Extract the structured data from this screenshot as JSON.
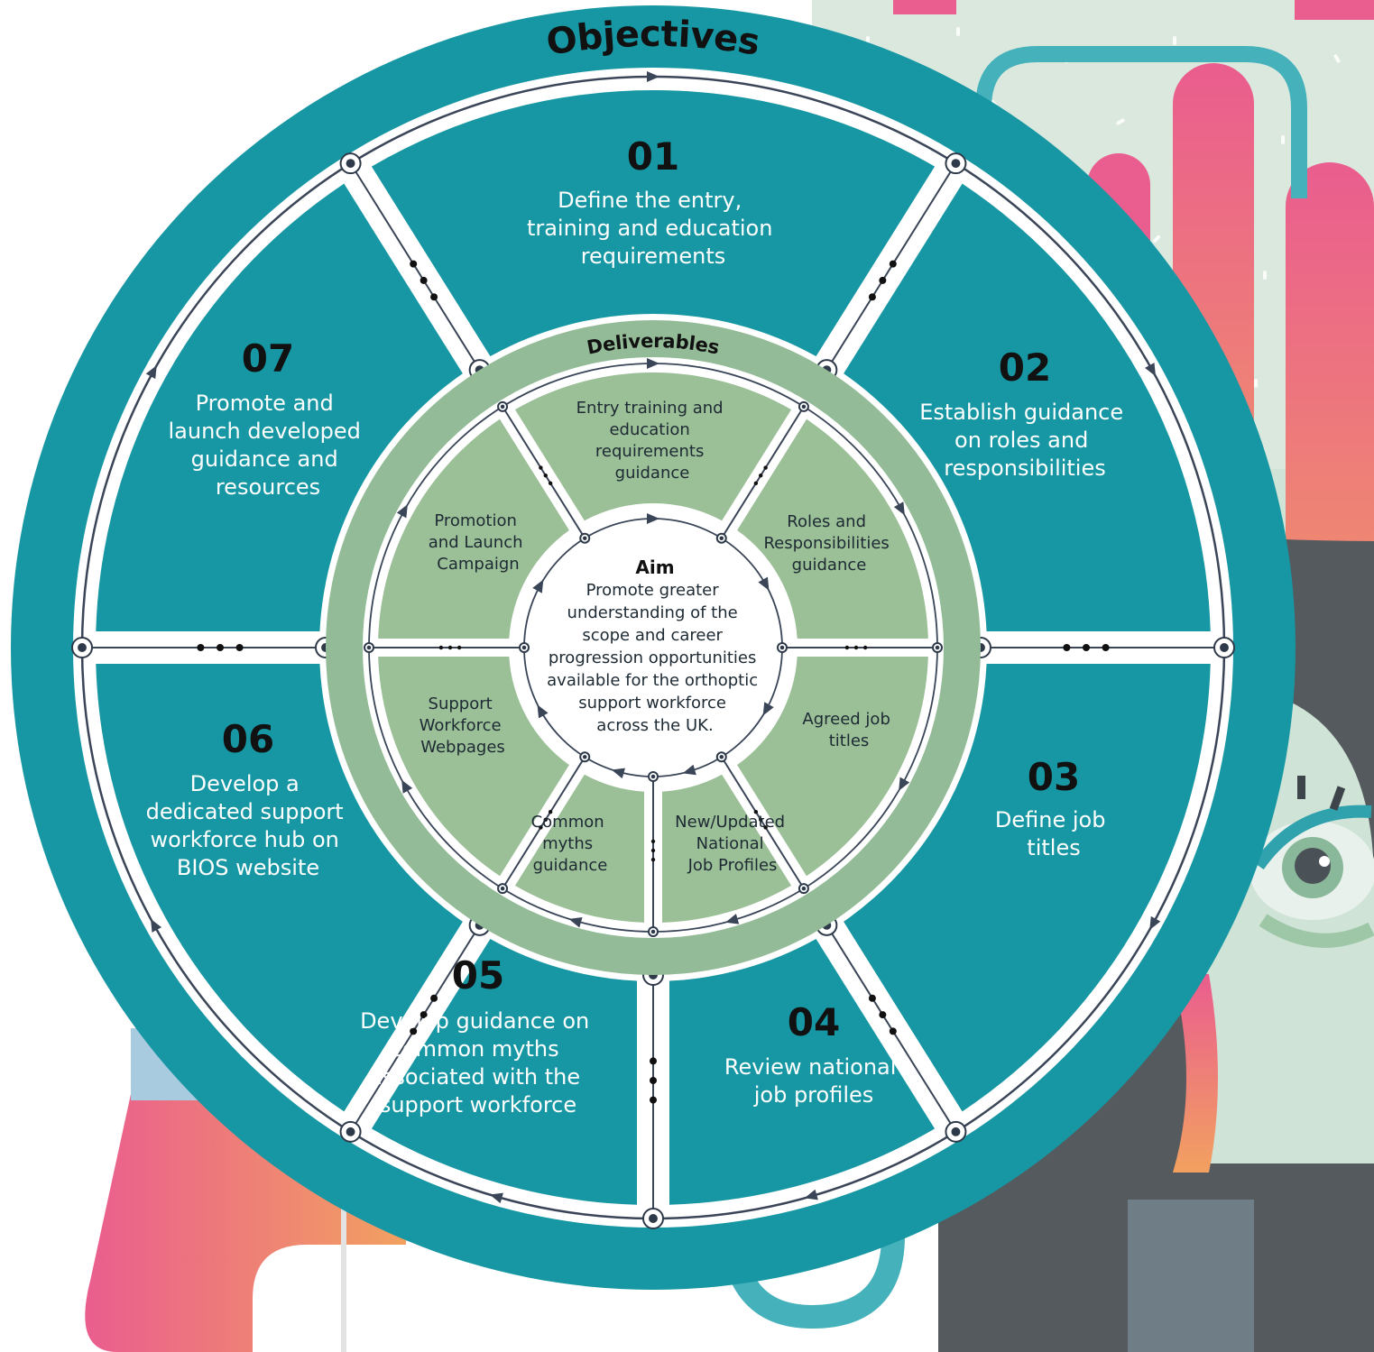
{
  "diagram": {
    "objectives_heading": "Objectives",
    "deliverables_heading": "Deliverables",
    "aim": {
      "title": "Aim",
      "lines": [
        "Promote greater",
        "understanding of the",
        "scope  and career",
        "progression opportunities",
        "available for the orthoptic",
        "support workforce",
        "across the UK."
      ]
    },
    "objectives": [
      {
        "number": "01",
        "lines": [
          "Define the entry,",
          "training and education",
          "requirements"
        ]
      },
      {
        "number": "02",
        "lines": [
          "Establish guidance",
          "on roles and",
          "responsibilities"
        ]
      },
      {
        "number": "03",
        "lines": [
          "Define job",
          "titles"
        ]
      },
      {
        "number": "04",
        "lines": [
          "Review national",
          "job profiles"
        ]
      },
      {
        "number": "05",
        "lines": [
          "Develop guidance on",
          "common myths",
          "associated with the",
          "support workforce"
        ]
      },
      {
        "number": "06",
        "lines": [
          "Develop a",
          "dedicated support",
          "workforce hub on",
          "BIOS website"
        ]
      },
      {
        "number": "07",
        "lines": [
          "Promote and",
          "launch developed",
          "guidance and",
          "resources"
        ]
      }
    ],
    "deliverables": [
      {
        "lines": [
          "Entry training and",
          "education",
          "requirements",
          "guidance"
        ]
      },
      {
        "lines": [
          "Roles and",
          "Responsibilities",
          "guidance"
        ]
      },
      {
        "lines": [
          "Agreed job",
          "titles"
        ]
      },
      {
        "lines": [
          "New/Updated",
          "National",
          "Job Profiles"
        ]
      },
      {
        "lines": [
          "Common",
          "myths",
          "guidance"
        ]
      },
      {
        "lines": [
          "Support",
          "Workforce",
          "Webpages"
        ]
      },
      {
        "lines": [
          "Promotion",
          "and Launch",
          "Campaign"
        ]
      }
    ]
  },
  "colors": {
    "teal": "#1797a3",
    "green_ring": "#93bb97",
    "green_segment": "#9bbf97",
    "node": "#2e3a4a",
    "background_pink": "#ea5d8f",
    "background_orange": "#f2a160",
    "background_mint": "#cfe3d6",
    "background_grey": "#555a5e"
  }
}
